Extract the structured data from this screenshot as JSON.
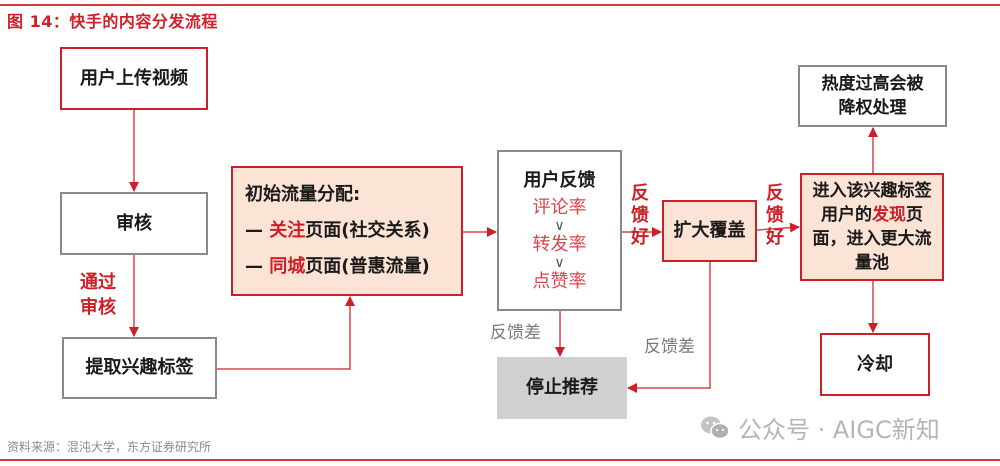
{
  "title": "图 14：快手的内容分发流程",
  "nodes": {
    "upload": "用户上传视频",
    "review": "审核",
    "tags": "提取兴趣标签",
    "initial": {
      "heading": "初始流量分配:",
      "line1_prefix": "— ",
      "line1_highlight": "关注",
      "line1_rest": "页面(社交关系)",
      "line2_prefix": "— ",
      "line2_highlight": "同城",
      "line2_rest": "页面(普惠流量)"
    },
    "feedback": {
      "heading": "用户反馈",
      "metrics": [
        "评论率",
        "转发率",
        "点赞率"
      ],
      "separator": "∨"
    },
    "expand": "扩大覆盖",
    "discover": {
      "part1": "进入该兴趣标签用户的",
      "highlight": "发现",
      "part2": "页面，进入更大流量池"
    },
    "downweight": "热度过高会被降权处理",
    "cooldown": "冷却",
    "stop": "停止推荐"
  },
  "edge_labels": {
    "passed_review": "通过审核",
    "good_feedback_1": "反馈好",
    "good_feedback_2": "反馈好",
    "bad_feedback_1": "反馈差",
    "bad_feedback_2": "反馈差"
  },
  "watermark": "公众号 · AIGC新知",
  "source": "资料来源：混沌大学，东方证券研究所",
  "colors": {
    "accent": "#cc1f27",
    "peach": "#fbe3d6",
    "gray_fill": "#d0d0d0",
    "gray_border": "#8a8a8a"
  }
}
